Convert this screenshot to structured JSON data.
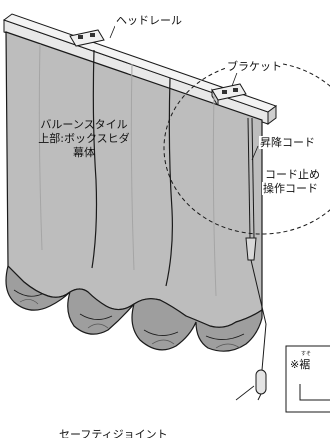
{
  "labels": {
    "head_rail": "ヘッドレール",
    "bracket": "ブラケット",
    "lift_cord": "昇降コード",
    "cord_stop_line1": "コード止め",
    "cord_stop_line2": "操作コード",
    "curtain_line1": "バルーンスタイル",
    "curtain_line2": "上部:ボックスヒダ",
    "curtain_line3": "幕体",
    "bottom_partial": "セーフティジョイント",
    "hem_ruby": "すそ",
    "hem_note": "※裾"
  },
  "colors": {
    "fabric": "#bdbdbd",
    "fabric_dark": "#8e8e8e",
    "rail": "#e8e8e8",
    "outline": "#1a1a1a"
  }
}
